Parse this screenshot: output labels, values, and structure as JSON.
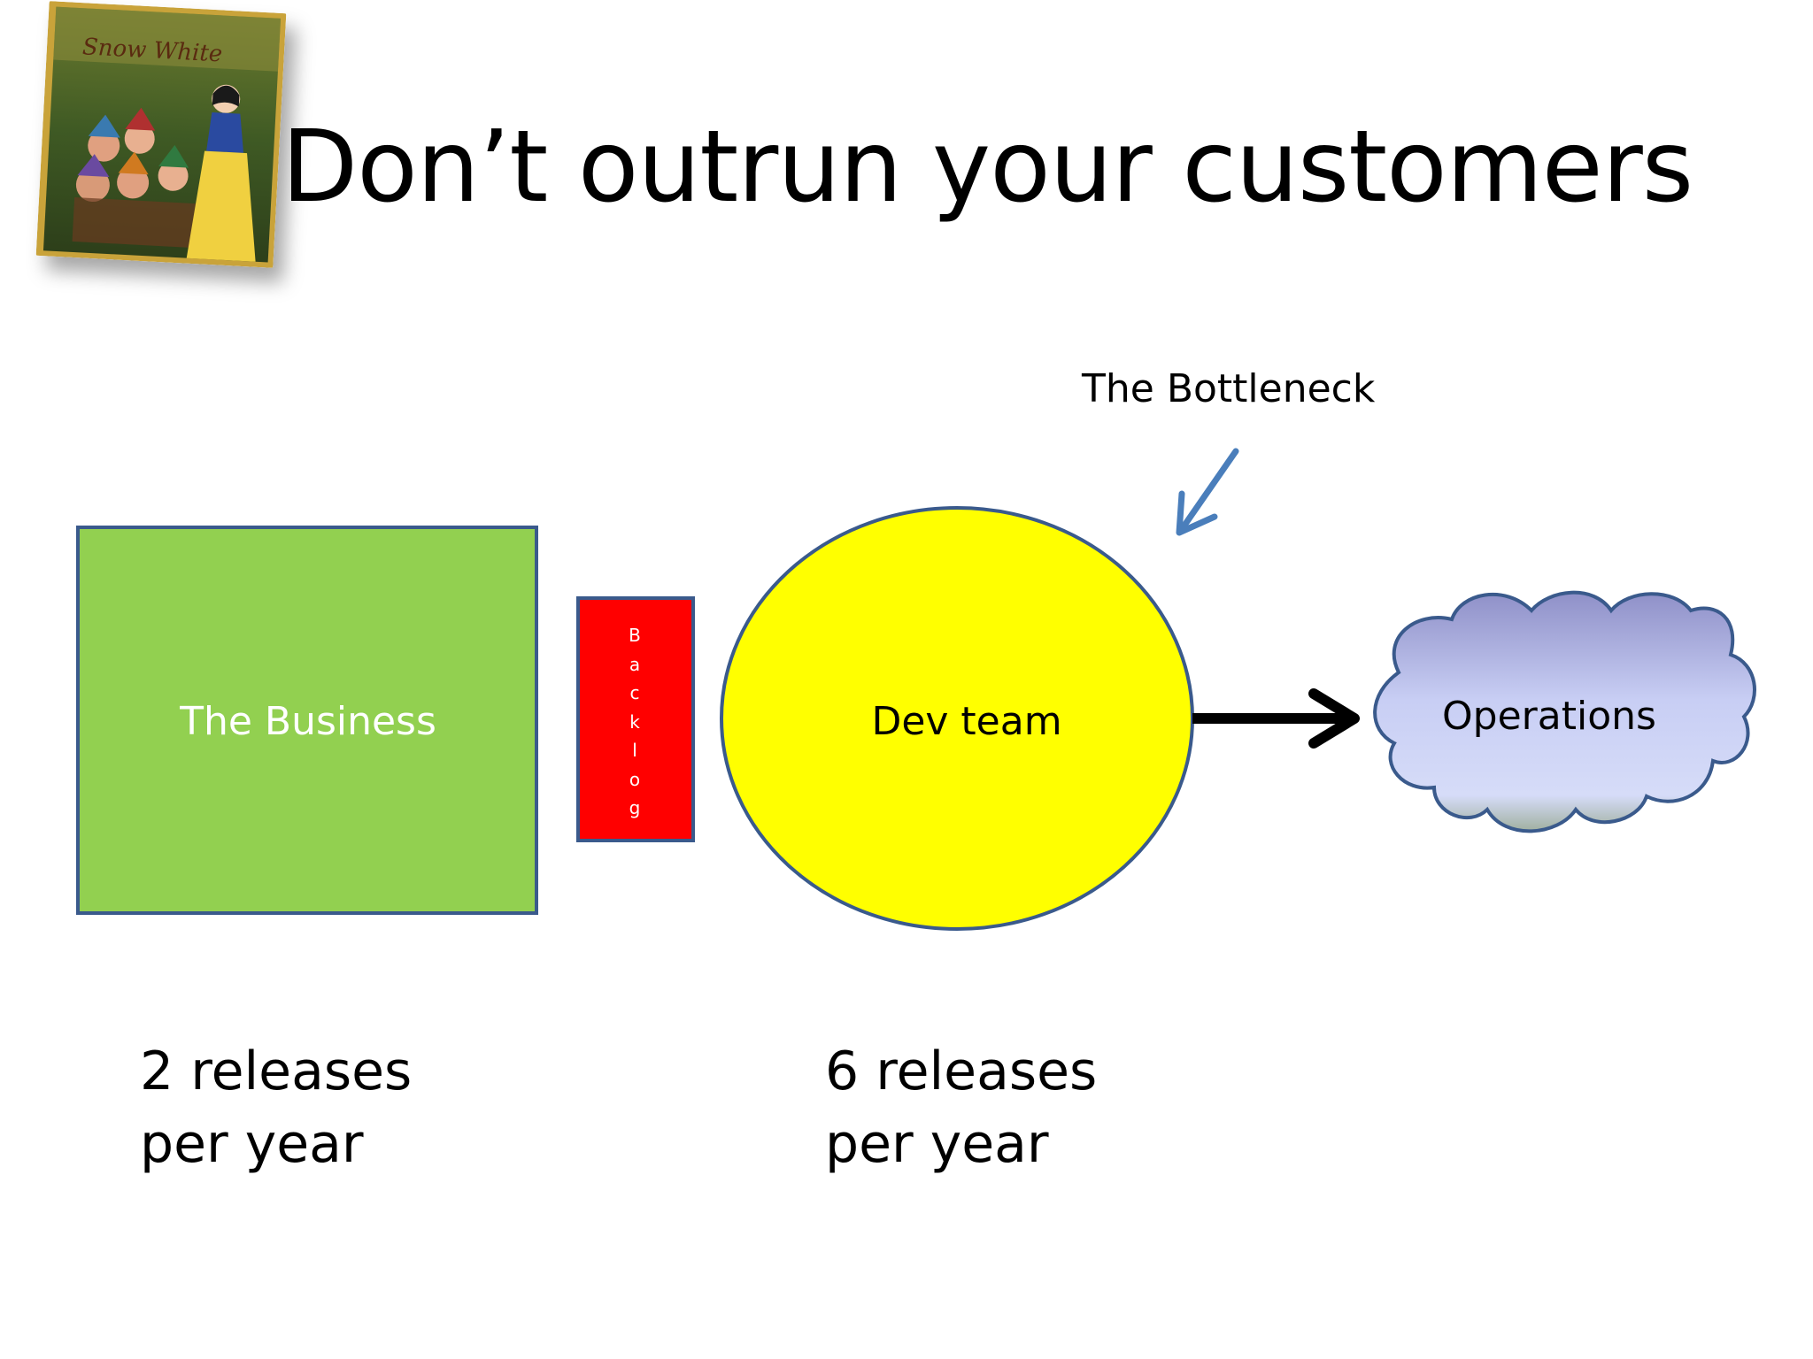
{
  "slide": {
    "title": "Don’t outrun your customers",
    "book_cover": {
      "title": "Snow White",
      "icon": "book-cover-image"
    }
  },
  "diagram": {
    "bottleneck_label": "The Bottleneck",
    "business": {
      "label": "The Business",
      "fill": "#92d050",
      "stroke": "#3a5a8c"
    },
    "backlog": {
      "letters": [
        "B",
        "a",
        "c",
        "k",
        "l",
        "o",
        "g"
      ],
      "fill": "#ff0000",
      "stroke": "#3a5a8c"
    },
    "dev_team": {
      "label": "Dev team",
      "fill": "#ffff00",
      "stroke": "#3a5a8c"
    },
    "operations": {
      "label": "Operations",
      "fill_top": "#8f90c8",
      "fill_bottom": "#d6dcf8",
      "stroke": "#3a5a8c"
    },
    "arrow_color": "#000000",
    "pointer_arrow_color": "#4a7ebb"
  },
  "stats": {
    "business": {
      "line1": "2 releases",
      "line2": "per year"
    },
    "dev": {
      "line1": "6 releases",
      "line2": "per year"
    }
  }
}
